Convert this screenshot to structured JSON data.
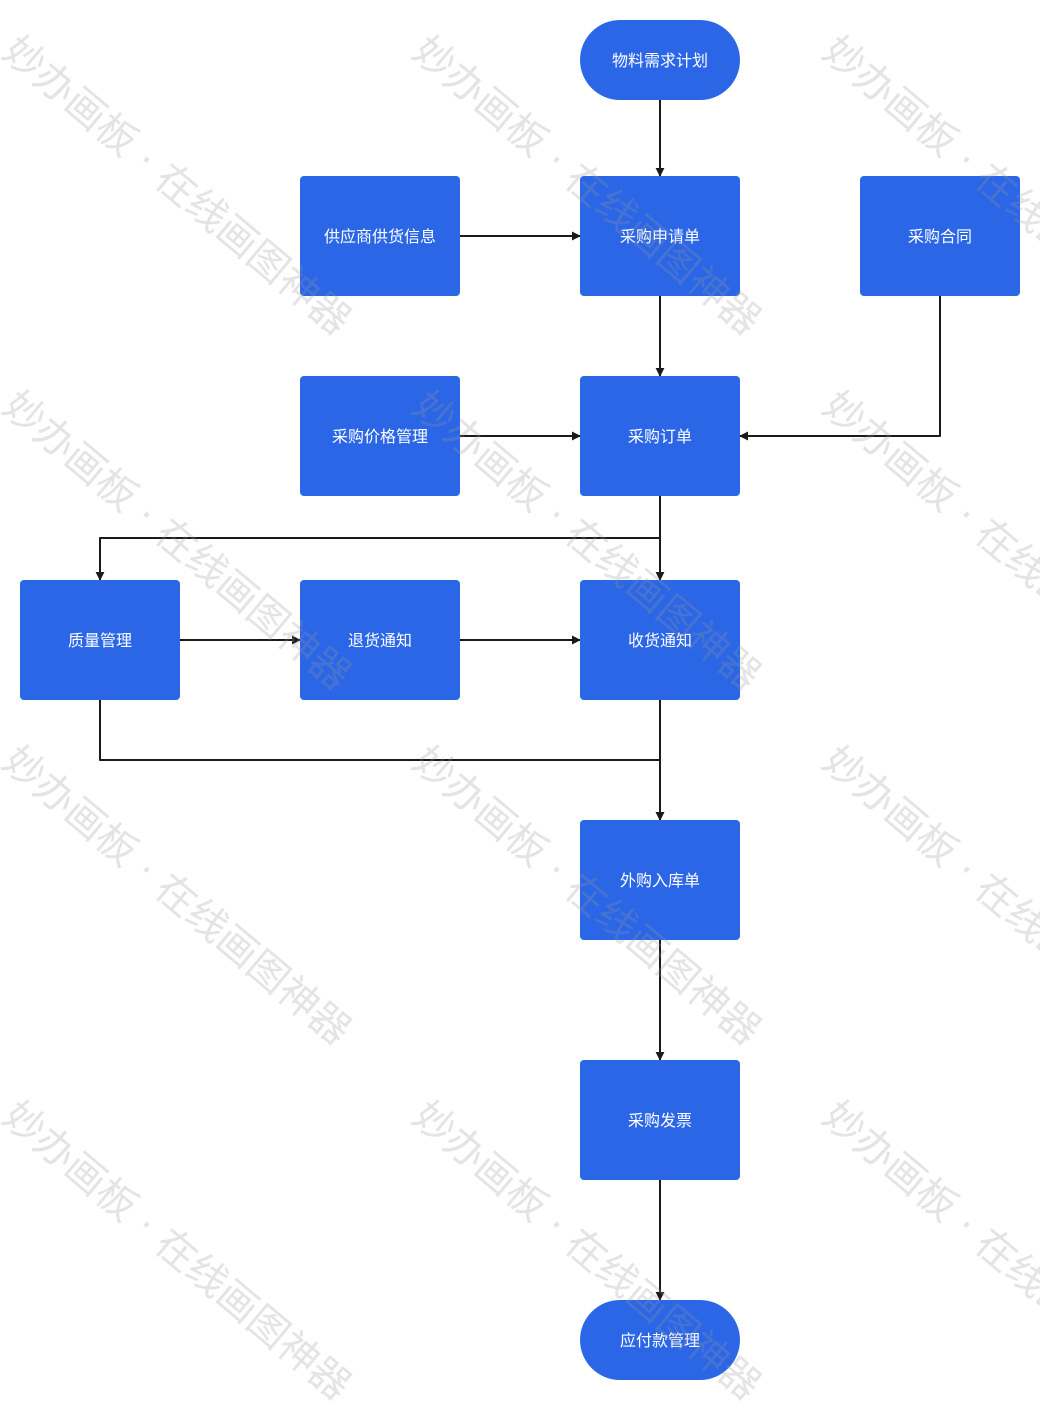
{
  "colors": {
    "node_fill": "#2B66E7",
    "node_text": "#FFFFFF",
    "edge": "#1A1A1A"
  },
  "nodes": {
    "material_plan": "物料需求计划",
    "supplier_info": "供应商供货信息",
    "purchase_request": "采购申请单",
    "purchase_contract": "采购合同",
    "price_mgmt": "采购价格管理",
    "purchase_order": "采购订单",
    "quality_mgmt": "质量管理",
    "return_notice": "退货通知",
    "receipt_notice": "收货通知",
    "inbound_order": "外购入库单",
    "purchase_invoice": "采购发票",
    "payable_mgmt": "应付款管理"
  },
  "edges": [
    {
      "from": "material_plan",
      "to": "purchase_request"
    },
    {
      "from": "supplier_info",
      "to": "purchase_request"
    },
    {
      "from": "purchase_request",
      "to": "purchase_order"
    },
    {
      "from": "purchase_contract",
      "to": "purchase_order"
    },
    {
      "from": "price_mgmt",
      "to": "purchase_order"
    },
    {
      "from": "purchase_order",
      "to": "receipt_notice"
    },
    {
      "from": "purchase_order",
      "to": "quality_mgmt"
    },
    {
      "from": "quality_mgmt",
      "to": "return_notice"
    },
    {
      "from": "return_notice",
      "to": "receipt_notice"
    },
    {
      "from": "receipt_notice",
      "to": "inbound_order"
    },
    {
      "from": "quality_mgmt",
      "to": "inbound_order"
    },
    {
      "from": "inbound_order",
      "to": "purchase_invoice"
    },
    {
      "from": "purchase_invoice",
      "to": "payable_mgmt"
    }
  ],
  "watermark": "妙办画板 · 在线画图神器"
}
